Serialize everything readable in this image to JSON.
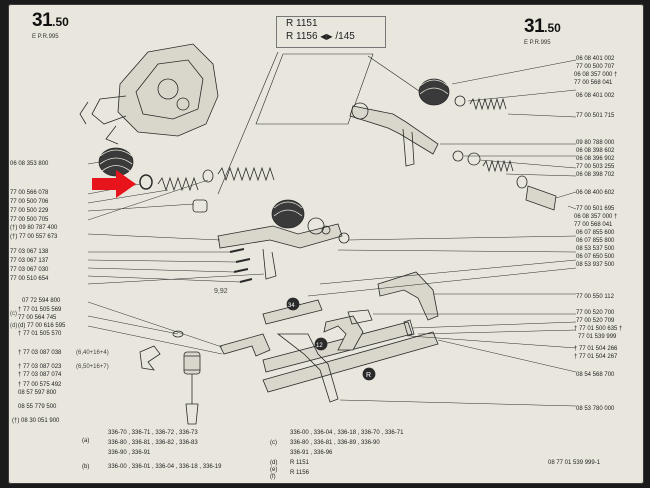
{
  "header": {
    "page_left": "31",
    "page_left_sub": ".50",
    "page_left_code": "E   P.R.995",
    "page_right": "31",
    "page_right_sub": ".50",
    "page_right_code": "E   P.R.995",
    "model_line1": "R 1151",
    "model_line2": "R 1156",
    "model_suffix": "/145"
  },
  "left_labels": [
    "06 08 353 800",
    "77 00 566 078",
    "77 00 500 706",
    "77 00 500 229",
    "77 00 500 705",
    "(†) 09 80 787 400",
    "(†) 77 00 557 673",
    "77 03 067 138",
    "77 03 067 137",
    "77 03 067 030",
    "77 00 510 654",
    "07 72 594 800",
    "† 77 01 505 569",
    "77 00 564 745",
    "(d) 77 00 616 595",
    "† 77 01 505 570",
    "† 77 03 087 038",
    "† 77 03 087 023",
    "† 77 03 087 074",
    "† 77 00 575 492",
    "08 57 597 800",
    "08 55 779 500",
    "(†) 08 30 051 900"
  ],
  "right_labels": [
    "06 08 401 002",
    "77 00 500 707",
    "06 08 357 000 †",
    "77 00 568 041",
    "06 08 401 002",
    "77 00 501 715",
    "09 80 788 000",
    "06 08 398 602",
    "06 08 396 902",
    "77 00 503 255",
    "06 08 398 702",
    "06 08 400 602",
    "77 00 501 695",
    "06 08 357 000 †",
    "77 00 568 041",
    "06 07 855 600",
    "06 07 855 800",
    "08 53 537 500",
    "06 07 650 500",
    "08 53 937 500",
    "77 00 550 112",
    "77 00 520 700",
    "77 00 520 709",
    "† 77 01 500 635 †",
    "77 01 539 999",
    "† 77 01 504 266",
    "† 77 01 504 267",
    "08 54 568 700",
    "08 53 780 000"
  ],
  "annotations": {
    "dim_label": "9,92",
    "shim_a": "(6,40+16+4)",
    "shim_b": "(6,50+16+7)",
    "letter_c": "(c)",
    "letter_d": "(d)"
  },
  "bottom_table": {
    "left_rows": [
      "336-70 , 336-71 , 336-72 , 336-73",
      "336-80 , 336-81 , 336-82 , 336-83",
      "336-90 , 336-91",
      "336-00 , 336-01 , 336-04 , 336-18 , 336-19"
    ],
    "right_rows": [
      "336-00 , 336-04 , 336-18 , 336-70 , 336-71",
      "336-80 , 336-81 , 336-89 , 336-90",
      "336-91 , 336-96",
      "R 1151",
      "R 1156"
    ],
    "row_letters": [
      "(a)",
      "(b)",
      "(c)",
      "(d)",
      "(e)",
      "(f)"
    ],
    "footer": "08 77 01 539 999-1"
  },
  "colors": {
    "paper": "#e9e7dd",
    "ink": "#2a2a2a",
    "arrow": "#e8141c"
  }
}
